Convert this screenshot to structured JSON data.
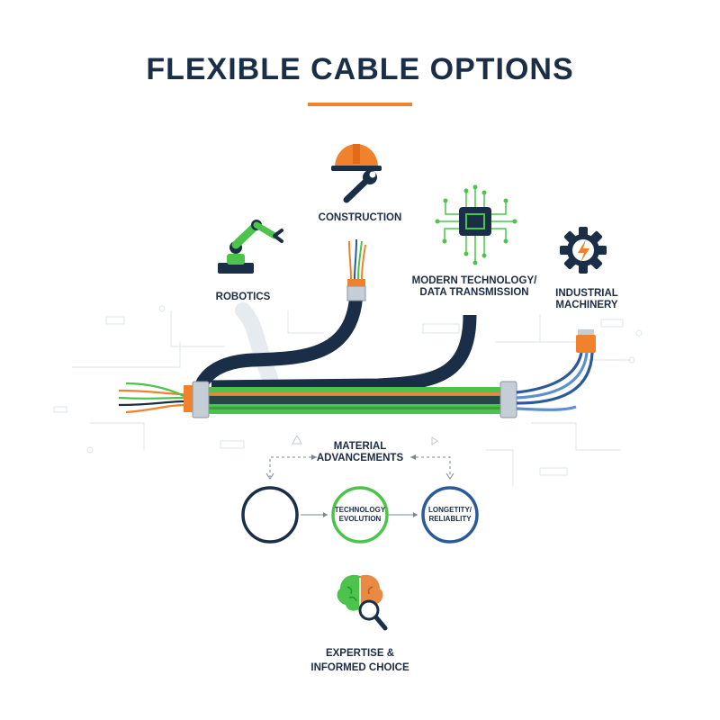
{
  "title": "FLEXIBLE CABLE OPTIONS",
  "colors": {
    "navy": "#1a2e47",
    "orange": "#f0822e",
    "green": "#4cc44c",
    "blue": "#2b5a9a",
    "gray": "#b8c2cc"
  },
  "applications": [
    {
      "id": "robotics",
      "label": "ROBOTICS",
      "icon": "robot-arm-icon"
    },
    {
      "id": "construction",
      "label": "CONSTRUCTION",
      "icon": "hardhat-wrench-icon"
    },
    {
      "id": "technology",
      "label_line1": "MODERN TECHNOLOGY/",
      "label_line2": "DATA TRANSMISSION",
      "icon": "microchip-icon"
    },
    {
      "id": "industrial",
      "label_line1": "INDUSTRIAL",
      "label_line2": "MACHINERY",
      "icon": "gear-lightning-icon"
    }
  ],
  "process": {
    "top_line1": "MATERIAL",
    "top_line2": "ADVANCEMENTS",
    "circles": [
      {
        "line1": "",
        "line2": ""
      },
      {
        "line1": "TECHNOLOGY",
        "line2": "EVOLUTION"
      },
      {
        "line1": "LONGETITY/",
        "line2": "RELIABLITY"
      }
    ]
  },
  "expertise": {
    "line1": "EXPERTISE &",
    "line2": "INFORMED CHOICE",
    "icon": "brain-magnifier-icon"
  }
}
